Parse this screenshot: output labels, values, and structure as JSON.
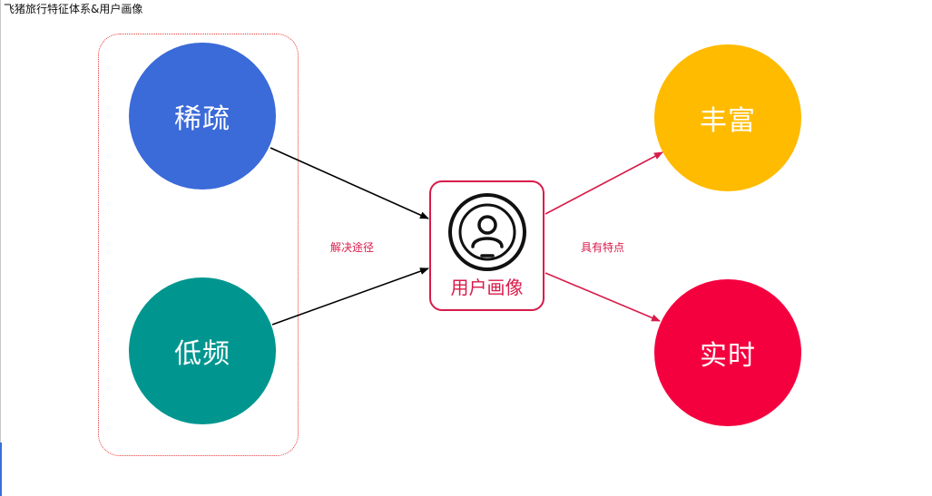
{
  "title": "飞猪旅行特征体系&用户画像",
  "colors": {
    "sparse": "#3b6ad9",
    "low_frequency": "#00968f",
    "rich": "#ffbb00",
    "realtime": "#f5003f",
    "accent": "#d81b4a",
    "dashed_box": "#e53935"
  },
  "diagram": {
    "left_nodes": [
      {
        "label": "稀疏"
      },
      {
        "label": "低频"
      }
    ],
    "center_node": {
      "label": "用户画像",
      "icon": "user-circle-icon"
    },
    "right_nodes": [
      {
        "label": "丰富"
      },
      {
        "label": "实时"
      }
    ],
    "edge_labels": {
      "left_to_center": "解决途径",
      "center_to_right": "具有特点"
    }
  }
}
